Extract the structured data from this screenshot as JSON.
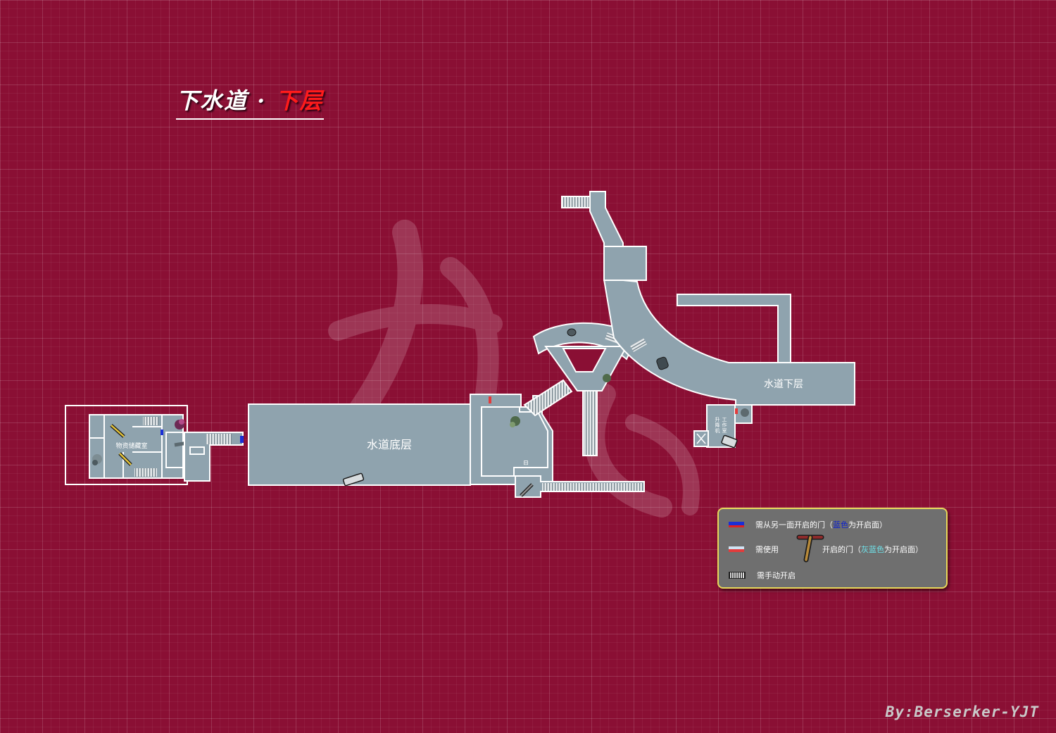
{
  "title": {
    "main": "下水道 · ",
    "sub": "下层"
  },
  "rooms": {
    "storage": "物资储藏室",
    "bottom_floor": "水道底层",
    "lower_floor": "水道下层",
    "elevator": [
      "升",
      "降",
      "机",
      "工",
      "作",
      "室"
    ]
  },
  "legend": {
    "row1_prefix": "需从另一面开启的门（",
    "row1_highlight": "蓝色",
    "row1_suffix": "为开启面）",
    "row2_prefix": "需使用",
    "row2_mid": "开启的门（",
    "row2_highlight": "灰蓝色",
    "row2_suffix": "为开启面）",
    "row3": "需手动开启"
  },
  "colors": {
    "background": "#8a0f34",
    "floor": "#8fa3ae",
    "outline": "#ffffff"
  },
  "icons": [
    "item-icon",
    "plant-icon",
    "key-item-icon",
    "container-icon",
    "tool-icon"
  ],
  "credit": "By:Berserker-YJT"
}
